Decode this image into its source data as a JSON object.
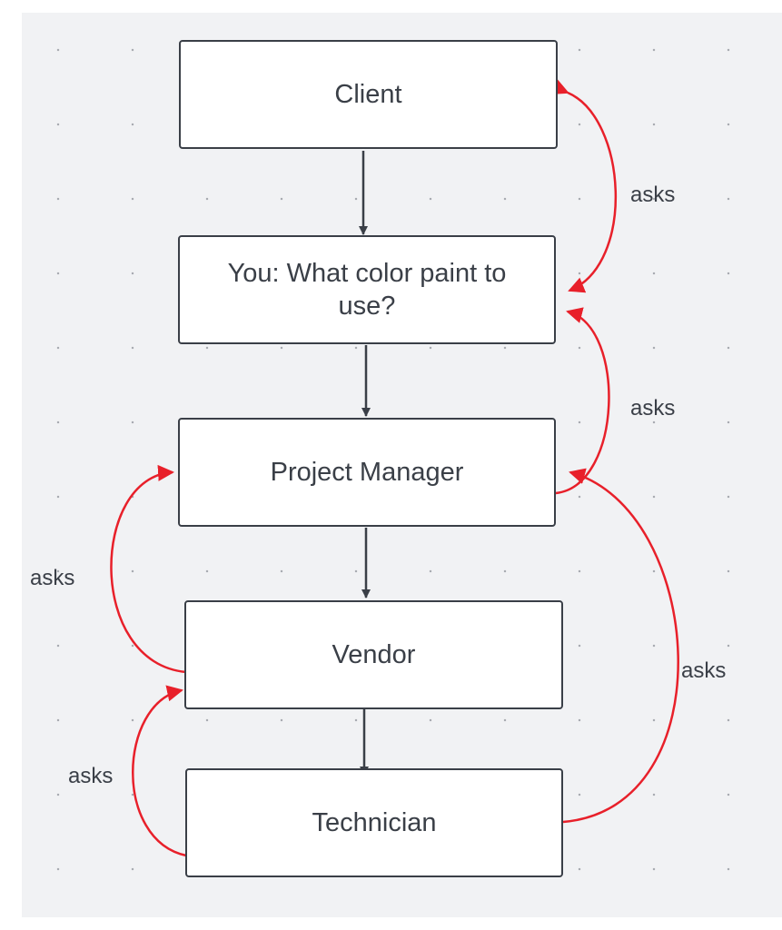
{
  "nodes": {
    "client": "Client",
    "you": "You: What color paint to use?",
    "project_manager": "Project Manager",
    "vendor": "Vendor",
    "technician": "Technician"
  },
  "edge_labels": {
    "you_asks_client": "asks",
    "pm_asks_you": "asks",
    "vendor_asks_pm": "asks",
    "technician_asks_pm": "asks",
    "technician_asks_vendor": "asks"
  },
  "colors": {
    "flow_arrow": "#3a3f47",
    "asks_arrow": "#e8202a",
    "node_border": "#3a3f47",
    "canvas": "#f1f2f4"
  }
}
